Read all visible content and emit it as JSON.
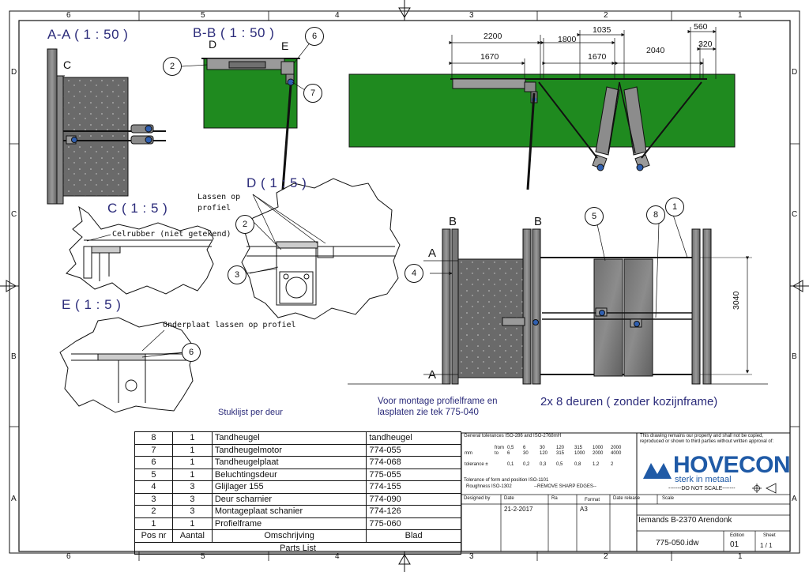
{
  "zones": {
    "columns": [
      "6",
      "5",
      "4",
      "3",
      "2",
      "1"
    ],
    "rows": [
      "D",
      "C",
      "B",
      "A"
    ]
  },
  "views": {
    "section_aa": "A-A ( 1 : 50 )",
    "section_bb": "B-B ( 1 : 50 )",
    "detail_c": "C ( 1 : 5 )",
    "detail_d": "D ( 1 : 5 )",
    "detail_e": "E ( 1 : 5 )"
  },
  "markers": {
    "c": "C",
    "d": "D",
    "e": "E",
    "a_top": "A",
    "a_bottom": "A",
    "b_left": "B",
    "b_right": "B"
  },
  "balloons": {
    "bb_2": "2",
    "bb_6": "6",
    "bb_7": "7",
    "d_2": "2",
    "d_3": "3",
    "e_6": "6",
    "front_4": "4",
    "front_5": "5",
    "front_8": "8",
    "front_1": "1"
  },
  "notes": {
    "lassen_op": "Lassen op",
    "profiel": "profiel",
    "celrubber": "Celrubber (niet getekend)",
    "onderplaat": "Onderplaat lassen op profiel",
    "stuklijst": "Stuklijst per deur",
    "montage_line1": "Voor montage profielframe en",
    "montage_line2": "lasplaten zie tek 775-040",
    "doors_caption": "2x 8 deuren ( zonder kozijnframe)"
  },
  "dimensions": {
    "d2200": "2200",
    "d1670a": "1670",
    "d1800": "1800",
    "d1035": "1035",
    "d1670b": "1670",
    "d2040": "2040",
    "d560": "560",
    "d320": "320",
    "d3040": "3040"
  },
  "parts_list": {
    "rows": [
      {
        "pos": "8",
        "qty": "1",
        "desc": "Tandheugel",
        "ref": "tandheugel"
      },
      {
        "pos": "7",
        "qty": "1",
        "desc": "Tandheugelmotor",
        "ref": "774-055"
      },
      {
        "pos": "6",
        "qty": "1",
        "desc": "Tandheugelplaat",
        "ref": "774-068"
      },
      {
        "pos": "5",
        "qty": "1",
        "desc": "Beluchtingsdeur",
        "ref": "775-055"
      },
      {
        "pos": "4",
        "qty": "3",
        "desc": "Glijlager 155",
        "ref": "774-155"
      },
      {
        "pos": "3",
        "qty": "3",
        "desc": "Deur scharnier",
        "ref": "774-090"
      },
      {
        "pos": "2",
        "qty": "3",
        "desc": "Montageplaat schanier",
        "ref": "774-126"
      },
      {
        "pos": "1",
        "qty": "1",
        "desc": "Profielframe",
        "ref": "775-060"
      }
    ],
    "headers": {
      "pos": "Pos nr",
      "qty": "Aantal",
      "desc": "Omschrijving",
      "ref": "Blad"
    },
    "caption": "Parts List"
  },
  "title_block": {
    "tolerances_title": "General tolerances ISO-286 and ISO-2768mH",
    "from_label": "from",
    "to_label": "to",
    "mm_label": "mm",
    "tolerance_label": "tolerance ±",
    "from_values": [
      "0,5",
      "6",
      "30",
      "120",
      "315",
      "1000",
      "2000"
    ],
    "to_values": [
      "6",
      "30",
      "120",
      "315",
      "1000",
      "2000",
      "4000"
    ],
    "tol_values": [
      "0,1",
      "0,2",
      "0,3",
      "0,5",
      "0,8",
      "1,2",
      "2"
    ],
    "form_position": "Tolerance of form and position ISO-1101",
    "roughness": "Roughness ISO-1302",
    "remove_edges": "--REMOVE SHARP EDGES--",
    "copyright": "This drawing remains our property and shall not be copied, reproduced or shown to third parties without written approval of:",
    "company": "HOVECON",
    "slogan": "sterk in metaal",
    "do_not_scale": "-------DO NOT SCALE-------",
    "designed_by_label": "Designed by",
    "date_label": "Date",
    "date_value": "21-2-2017",
    "ra_label": "Ra",
    "format_label": "Format",
    "format_value": "A3",
    "date_release_label": "Date release",
    "scale_label": "Scale",
    "client": "Iemands B-2370 Arendonk",
    "drawing_number": "775-050.idw",
    "edition_label": "Edition",
    "edition_value": "01",
    "sheet_label": "Sheet",
    "sheet_value": "1  /  1"
  },
  "colors": {
    "green": "#1f8a1f",
    "lines": "#111111",
    "blue_text": "#2b2b7a",
    "brand_blue": "#1f5aa6"
  }
}
